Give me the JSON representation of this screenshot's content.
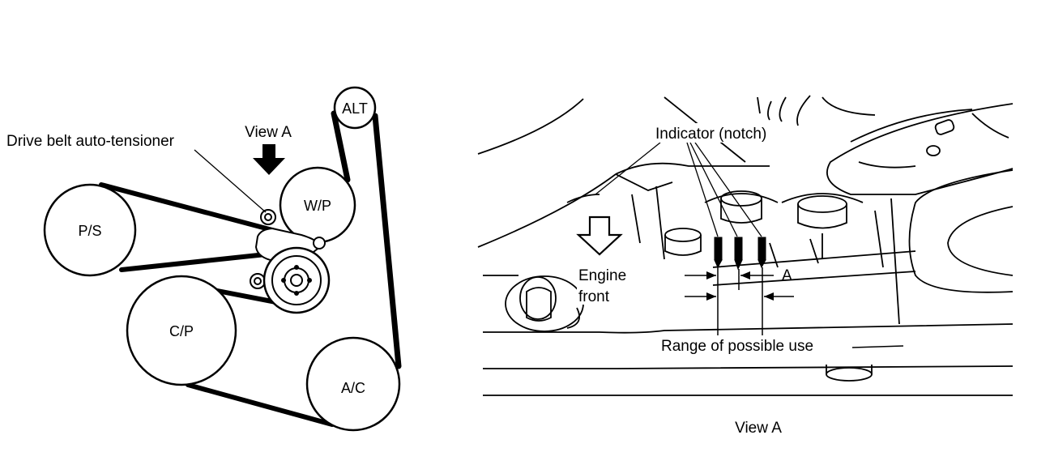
{
  "left_diagram": {
    "tensioner_label": "Drive belt auto-tensioner",
    "view_label": "View A",
    "pulleys": {
      "alt": "ALT",
      "wp": "W/P",
      "ps": "P/S",
      "cp": "C/P",
      "ac": "A/C"
    }
  },
  "right_diagram": {
    "indicator_label": "Indicator (notch)",
    "engine_front_line1": "Engine",
    "engine_front_line2": "front",
    "a_label": "A",
    "range_label": "Range of possible use",
    "caption": "View A"
  }
}
